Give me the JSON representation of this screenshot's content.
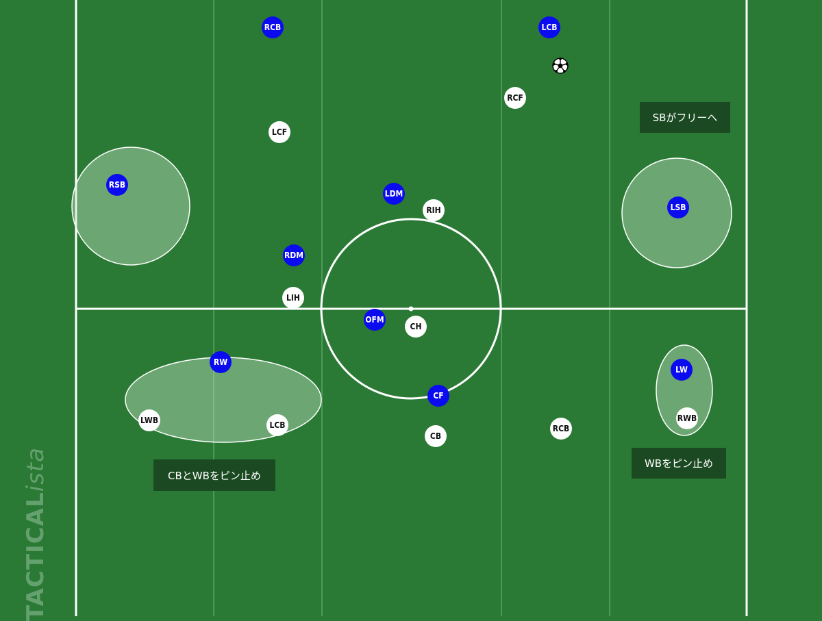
{
  "colors": {
    "pitch": "#2a7a35",
    "stripe_line": "#4d9a58",
    "line": "#ffffff",
    "zone_fill": "#c8e3c9",
    "team_blue": "#0b0bef",
    "team_white": "#ffffff",
    "callout_bg": "#1b4a22"
  },
  "blue_players": [
    "RCB",
    "LCB",
    "RSB",
    "LDM",
    "LSB",
    "RDM",
    "OFM",
    "RW",
    "LW",
    "CF"
  ],
  "white_players": [
    "RCF",
    "LCF",
    "RIH",
    "LIH",
    "CH",
    "LWB",
    "LCB",
    "CB",
    "RCB",
    "RWB"
  ],
  "ball": {
    "icon": "soccer-ball-icon"
  },
  "callouts": {
    "sb_free": "SBがフリーへ",
    "cb_wb_pin": "CBとWBをピン止め",
    "wb_pin": "WBをピン止め"
  },
  "watermark": {
    "bold": "TACTICAL",
    "italic": "ista"
  }
}
